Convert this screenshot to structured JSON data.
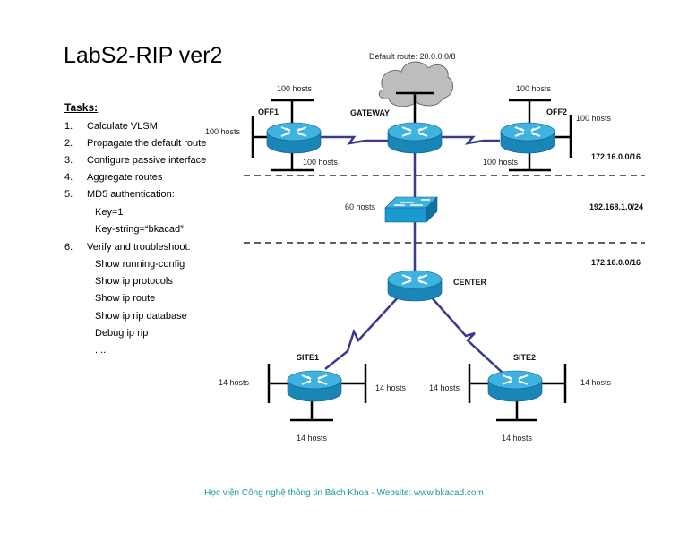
{
  "title": "LabS2-RIP ver2",
  "tasks": {
    "heading": "Tasks:",
    "items": [
      {
        "num": "1.",
        "text": "Calculate VLSM"
      },
      {
        "num": "2.",
        "text": "Propagate the default route"
      },
      {
        "num": "3.",
        "text": "Configure passive interface"
      },
      {
        "num": "4.",
        "text": "Aggregate routes"
      },
      {
        "num": "5.",
        "text": "MD5 authentication:"
      },
      {
        "num": "6.",
        "text": "Verify and troubleshoot:"
      }
    ],
    "md5_sub": [
      "Key=1",
      "Key-string=“bkacad”"
    ],
    "verify_sub": [
      "Show running-config",
      "Show ip protocols",
      "Show ip route",
      "Show ip rip database",
      "Debug ip rip",
      "...."
    ]
  },
  "diagram": {
    "default_route": "Default route: 20.0.0.0/8",
    "routers": {
      "off1": "OFF1",
      "gateway": "GATEWAY",
      "off2": "OFF2",
      "center": "CENTER",
      "site1": "SITE1",
      "site2": "SITE2"
    },
    "hosts": {
      "off1_top": "100 hosts",
      "off1_left": "100 hosts",
      "off1_bottom": "100 hosts",
      "off2_top": "100 hosts",
      "off2_right": "100 hosts",
      "off2_bottom": "100 hosts",
      "switch": "60 hosts",
      "site1_left": "14 hosts",
      "site1_right": "14 hosts",
      "site1_bottom": "14 hosts",
      "site2_left": "14 hosts",
      "site2_right": "14 hosts",
      "site2_bottom": "14 hosts"
    },
    "networks": {
      "top": "172.16.0.0/16",
      "middle": "192.168.1.0/24",
      "bottom": "172.16.0.0/16"
    },
    "colors": {
      "router_top": "#3fb3e0",
      "router_side": "#1a86b8",
      "link": "#3a3a8c",
      "cloud": "#bdbdbd"
    }
  },
  "footer": "Học viện Công nghệ thông tin Bách Khoa -  Website: www.bkacad.com"
}
